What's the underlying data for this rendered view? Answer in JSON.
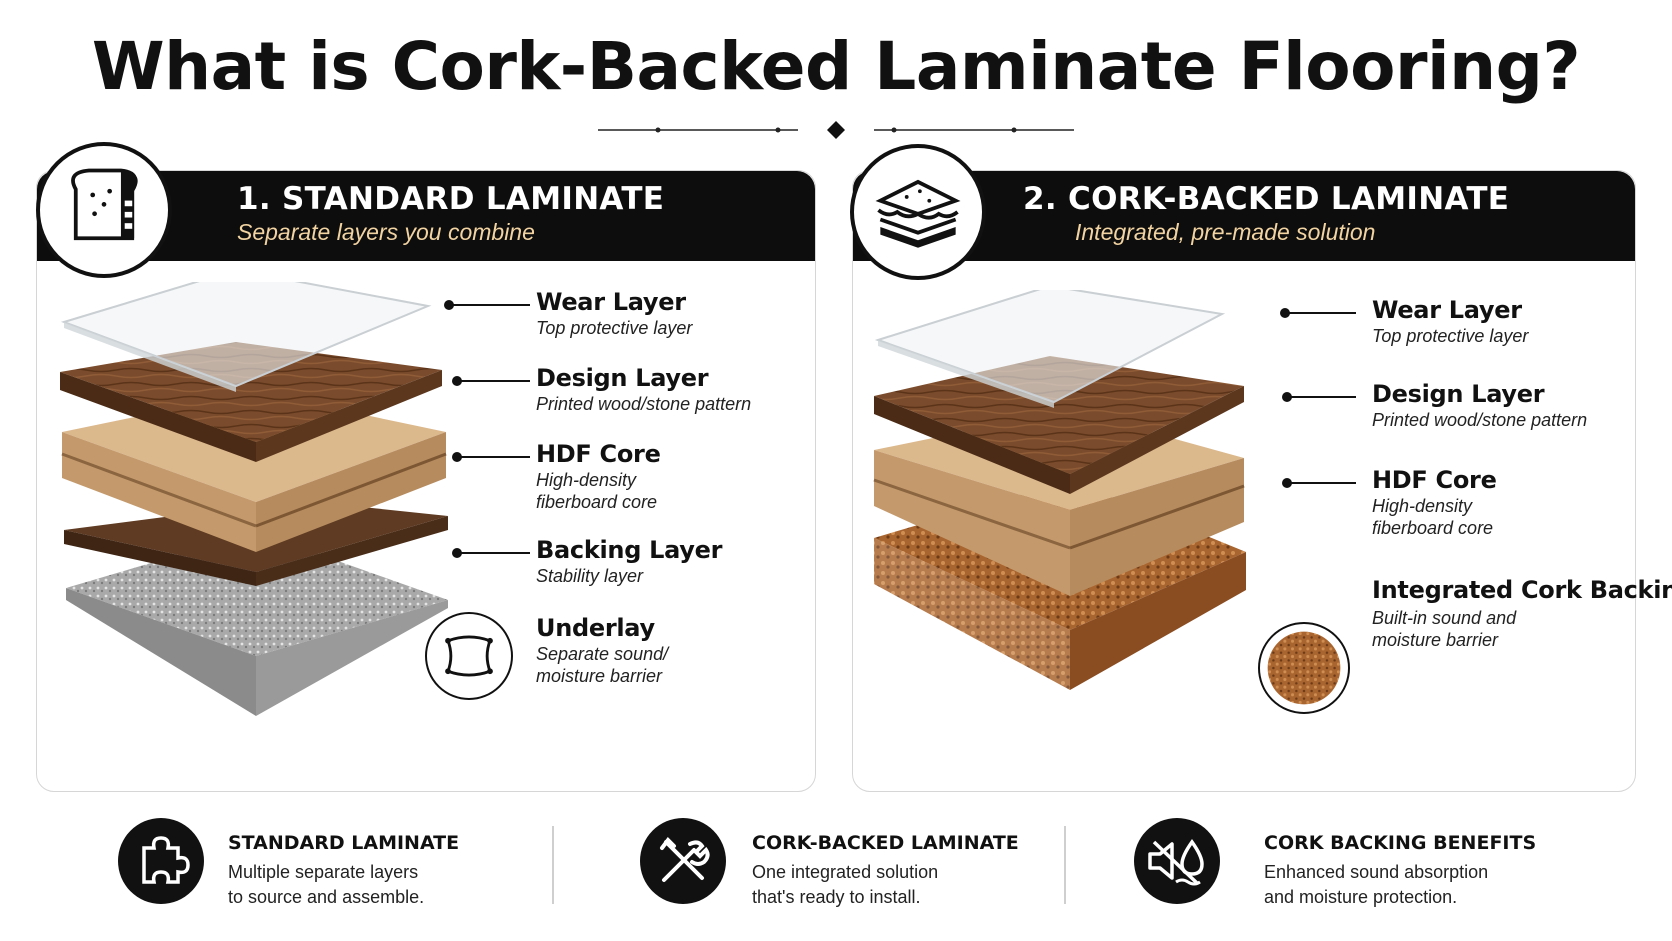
{
  "title": "What is Cork-Backed Laminate Flooring?",
  "panels": [
    {
      "title": "1. STANDARD LAMINATE",
      "subtitle": "Separate layers you combine",
      "badge_icon": "bread-icon",
      "layers": [
        {
          "name": "Wear Layer",
          "desc": [
            "Top protective layer"
          ]
        },
        {
          "name": "Design Layer",
          "desc": [
            "Printed wood/stone pattern"
          ]
        },
        {
          "name": "HDF Core",
          "desc": [
            "High-density",
            "fiberboard core"
          ]
        },
        {
          "name": "Backing Layer",
          "desc": [
            "Stability layer"
          ]
        },
        {
          "name": "Underlay",
          "desc": [
            "Separate sound/",
            "moisture barrier"
          ],
          "icon": "pillow-icon"
        }
      ]
    },
    {
      "title": "2. CORK-BACKED LAMINATE",
      "subtitle": "Integrated, pre-made solution",
      "badge_icon": "sandwich-icon",
      "layers": [
        {
          "name": "Wear Layer",
          "desc": [
            "Top protective layer"
          ]
        },
        {
          "name": "Design Layer",
          "desc": [
            "Printed wood/stone pattern"
          ]
        },
        {
          "name": "HDF Core",
          "desc": [
            "High-density",
            "fiberboard core"
          ]
        },
        {
          "name": "Integrated Cork Backing",
          "desc": [
            "Built-in sound and",
            "moisture barrier"
          ],
          "icon": "cork-sample-icon"
        }
      ]
    }
  ],
  "footer": [
    {
      "icon": "puzzle-icon",
      "title": "STANDARD LAMINATE",
      "lines": [
        "Multiple separate layers",
        "to source and assemble."
      ]
    },
    {
      "icon": "tools-icon",
      "title": "CORK-BACKED LAMINATE",
      "lines": [
        "One integrated solution",
        "that's ready to install."
      ]
    },
    {
      "icon": "sound-water-icon",
      "title": "CORK BACKING BENEFITS",
      "lines": [
        "Enhanced sound absorption",
        "and moisture protection."
      ]
    }
  ],
  "colors": {
    "header_bg": "#0d0d0d",
    "subtitle": "#f2d3a2",
    "wood_dark": "#6e4428",
    "hdf": "#d8b489",
    "cork": "#b2703a",
    "underlay": "#b9b9b9"
  }
}
